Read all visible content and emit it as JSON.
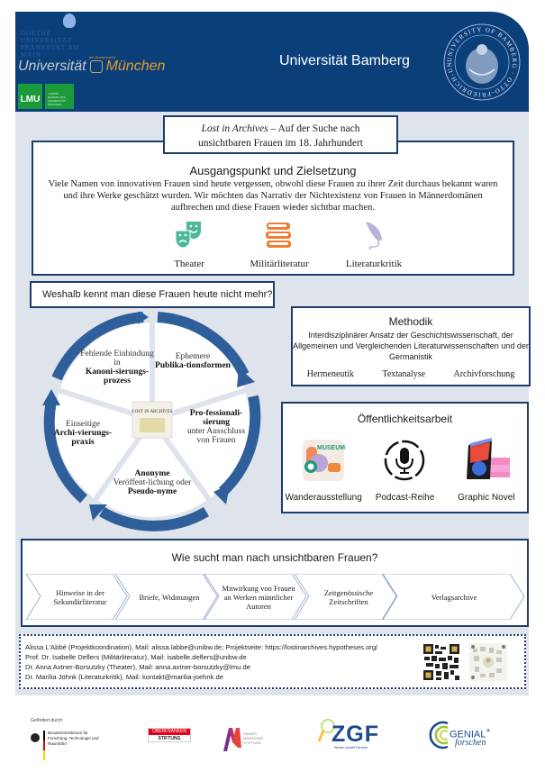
{
  "header": {
    "logos": {
      "goethe": "GOETHE UNIVERSITÄT FRANKFURT AM MAIN",
      "unibw_small": "der Bundeswehr",
      "unibw_a": "Universität",
      "unibw_b": "München",
      "lmu": "LMU",
      "lmu_full": "LUDWIG-MAXIMILIANS-UNIVERSITÄT MÜNCHEN"
    },
    "title": "Universität Bamberg",
    "seal_label": "UNIVERSITY OF BAMBERG · OTTO-FRIEDRICH-UNIVERSITÄT BAMBERG"
  },
  "poster_title": {
    "italic": "Lost in Archives",
    "rest": " – Auf der Suche nach",
    "line2": "unsichtbaren Frauen im 18. Jahrhundert"
  },
  "intro": {
    "heading": "Ausgangspunkt und Zielsetzung",
    "text": "Viele Namen von innovativen Frauen sind heute vergessen, obwohl diese Frauen zu ihrer Zeit durchaus bekannt waren und ihre Werke geschätzt wurden. Wir möchten das Narrativ der Nichtexistenz von Frauen in Männerdomänen aufbrechen und diese Frauen wieder sichtbar machen.",
    "categories": [
      {
        "label": "Theater",
        "icon": "theater-masks-icon",
        "color": "#4cb89a"
      },
      {
        "label": "Militärliteratur",
        "icon": "books-stack-icon",
        "color": "#ef7d32"
      },
      {
        "label": "Literaturkritik",
        "icon": "quill-icon",
        "color": "#b9b3d9"
      }
    ]
  },
  "why": {
    "question": "Weshalb kennt man diese Frauen heute nicht mehr?",
    "center_logo": "LOST IN ARCHIVES",
    "segments": [
      {
        "pre": "",
        "bold": "Ephemere",
        "light": true,
        "boldtext": "Publika-tionsformen",
        "post": ""
      },
      {
        "bold1": "Pro-fessionali-sierung",
        "post": "unter Ausschluss von Frauen"
      },
      {
        "bold1": "Anonyme",
        "mid": "Veröffent-lichung oder",
        "bold2": "Pseudo-nyme"
      },
      {
        "pre": "Einseitige",
        "bold1": "Archi-vierungs-praxis"
      },
      {
        "pre": "Fehlende Einbindung in",
        "bold1": "Kanoni-sierungs-prozess"
      }
    ],
    "seg_text": {
      "s1_pre": "Ephemere",
      "s1_bold": "Publika-tionsformen",
      "s2_bold": "Pro-fessionali-sierung",
      "s2_post": "unter Ausschluss von Frauen",
      "s3_bold1": "Anonyme",
      "s3_mid": "Veröffent-lichung oder",
      "s3_bold2": "Pseudo-nyme",
      "s4_pre": "Einseitige",
      "s4_bold": "Archi-vierungs-praxis",
      "s5_pre": "Fehlende Einbindung in",
      "s5_bold": "Kanoni-sierungs-prozess"
    },
    "arrow_color": "#2e5f9a"
  },
  "method": {
    "heading": "Methodik",
    "text": "Interdisziplinärer Ansatz der Geschichtswissenschaft, der Allgemeinen und Vergleichenden Literaturwissenschaften und der Germanistik",
    "items": [
      "Hermeneutik",
      "Textanalyse",
      "Archivforschung"
    ]
  },
  "outreach": {
    "heading": "Öffentlichkeitsarbeit",
    "items": [
      {
        "label": "Wanderausstellung",
        "icon": "museum-icon"
      },
      {
        "label": "Podcast-Reihe",
        "icon": "microphone-icon"
      },
      {
        "label": "Graphic Novel",
        "icon": "graphic-novel-books-icon"
      }
    ]
  },
  "search": {
    "heading": "Wie sucht man nach unsichtbaren Frauen?",
    "steps": [
      "Hinweise in der Sekundärliteratur",
      "Briefe, Widmungen",
      "Mitwirkung von Frauen an Werken männlicher Autoren",
      "Zeitgenössische Zeitschriften",
      "Verlagsarchive"
    ]
  },
  "contacts": [
    "Alissa L'Abbé (Projektkoordination), Mail: alissa.labbe@unibw.de; Projektseite: https://lostinarchives.hypotheses.org/",
    "Prof. Dr. Isabelle Deflers (Militärliteratur), Mail: isabelle.deflers@unibw.de",
    "Dr. Anna Axtner-Borsutzky (Theater), Mail: anna.axtner-borsutzky@lmu.de",
    "Dr. Marília Jöhnk (Literaturkritik), Mail: kontakt@marilia-joehnk.de"
  ],
  "funding": {
    "label": "Gefördert durch:",
    "bmbf": "Bundesministerium für Forschung, Technologie und Raumfahrt",
    "ofr_top": "OBERFRANKEN",
    "ofr_bot": "STIFTUNG",
    "rms": "RAINER MARKGRAF STIFTUNG",
    "zgf": "ZGF",
    "zgf_sub": "Wissen schafft Fairness",
    "genial": "GENIAL",
    "genial_plus": "+",
    "genial_sub": "forschen"
  },
  "colors": {
    "header_blue": "#0b3f7a",
    "panel_bg": "#dfe3ec",
    "box_border": "#1d3d6b",
    "arrow_blue": "#2e5f9a"
  }
}
